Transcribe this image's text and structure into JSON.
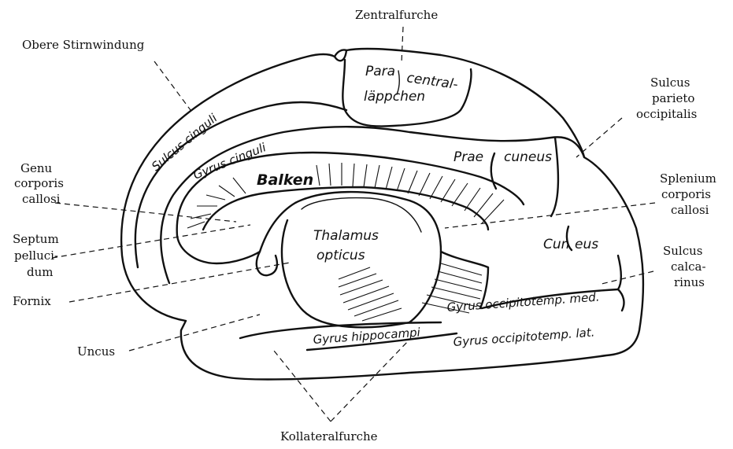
{
  "labels": {
    "zentralfurche": "Zentralfurche",
    "obere_stirnwindung": "Obere Stirnwindung",
    "sulcus_parieto": [
      "Sulcus",
      "parieto",
      "occipitalis"
    ],
    "genu": [
      "Genu",
      "corporis",
      "callosi"
    ],
    "splenium": [
      "Splenium",
      "corporis",
      "callosi"
    ],
    "septum": [
      "Septum",
      "pelluci-",
      "dum"
    ],
    "sulcus_calcarinus": [
      "Sulcus",
      "calca-",
      "rinus"
    ],
    "fornix": "Fornix",
    "uncus": "Uncus",
    "kollateralfurche": "Kollateralfurche"
  },
  "inline": {
    "para": "Para",
    "central": "central-",
    "laeppchen": "läppchen",
    "sulcus_cinguli": "Sulcus cinguli",
    "gyrus_cinguli": "Gyrus cinguli",
    "balken": "Balken",
    "prae": "Prae",
    "cuneus": "cuneus",
    "thalamus": "Thalamus",
    "opticus": "opticus",
    "cun": "Cun",
    "eus": "eus",
    "gyrus_occ_med": "Gyrus occipitotemp. med.",
    "gyrus_hippocampi": "Gyrus hippocampi",
    "gyrus_occ_lat": "Gyrus occipitotemp. lat."
  }
}
